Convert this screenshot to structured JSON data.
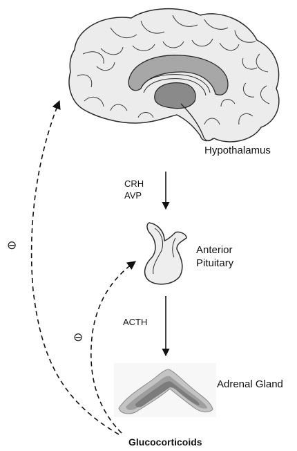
{
  "labels": {
    "hypothalamus": "Hypothalamus",
    "crh": "CRH",
    "avp": "AVP",
    "anterior": "Anterior",
    "pituitary": "Pituitary",
    "acth": "ACTH",
    "adrenal_gland": "Adrenal Gland",
    "glucocorticoids": "Glucocorticoids",
    "inhibition_outer": "⊖",
    "inhibition_inner": "⊖"
  },
  "colors": {
    "outline": "#2a2a2a",
    "brain_fill": "#ececec",
    "brain_inner": "#a7a7a7",
    "brain_core": "#8a8a8a",
    "pituitary_fill": "#eeeeee",
    "adrenal_outer": "#c4c4c4",
    "adrenal_mid": "#9e9e9e",
    "adrenal_inner": "#7c7c7c"
  }
}
